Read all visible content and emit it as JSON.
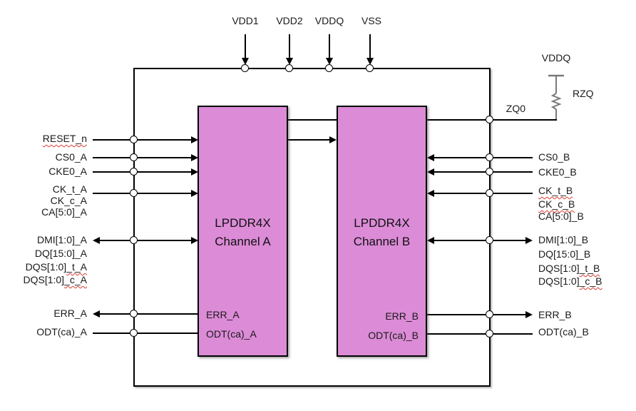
{
  "power_pins": [
    {
      "label": "VDD1"
    },
    {
      "label": "VDD2"
    },
    {
      "label": "VDDQ"
    },
    {
      "label": "VSS"
    }
  ],
  "channels": {
    "a": {
      "name_line1": "LPDDR4X",
      "name_line2": "Channel A",
      "pin_err": "ERR_A",
      "pin_odt": "ODT(ca)_A"
    },
    "b": {
      "name_line1": "LPDDR4X",
      "name_line2": "Channel B",
      "pin_err": "ERR_B",
      "pin_odt": "ODT(ca)_B"
    }
  },
  "left_pins": [
    {
      "pre": "",
      "mark": "RESET_n"
    },
    {
      "pre": "CS0_A",
      "mark": ""
    },
    {
      "pre": "CKE0_A",
      "mark": ""
    },
    {
      "pre": "CK_t_A",
      "mark": ""
    },
    {
      "pre": "CK_c_A",
      "mark": ""
    },
    {
      "pre": "CA[5:0]_A",
      "mark": ""
    },
    {
      "pre": "DMI[1:0]_A",
      "mark": ""
    },
    {
      "pre": "DQ[15:0]_A",
      "mark": ""
    },
    {
      "pre": "DQS[1:0]",
      "mark": "_t_A"
    },
    {
      "pre": "DQS[1:0]",
      "mark": "_c_A"
    },
    {
      "pre": "ERR_A",
      "mark": ""
    },
    {
      "pre": "ODT(ca)_A",
      "mark": ""
    }
  ],
  "right_pins": [
    {
      "pre": "CS0_B",
      "mark": ""
    },
    {
      "pre": "CKE0_B",
      "mark": ""
    },
    {
      "pre": "",
      "mark": "CK_t_B"
    },
    {
      "pre": "",
      "mark": "CK_c_B"
    },
    {
      "pre": "CA[5:0]_B",
      "mark": ""
    },
    {
      "pre": "DMI[1:0]_B",
      "mark": ""
    },
    {
      "pre": "DQ[15:0]_B",
      "mark": ""
    },
    {
      "pre": "DQS[1:0]",
      "mark": "_t_B"
    },
    {
      "pre": "DQS[1:0]",
      "mark": "_c_B"
    },
    {
      "pre": "ERR_B",
      "mark": ""
    },
    {
      "pre": "ODT(ca)_B",
      "mark": ""
    }
  ],
  "zq_circuit": {
    "supply": "VDDQ",
    "resistor": "RZQ",
    "pad": "ZQ0"
  },
  "colors": {
    "channel_fill": "#dc8bd7",
    "line": "#000000",
    "squiggle": "#d83b30",
    "resistor_gray": "#7a7a7a"
  }
}
